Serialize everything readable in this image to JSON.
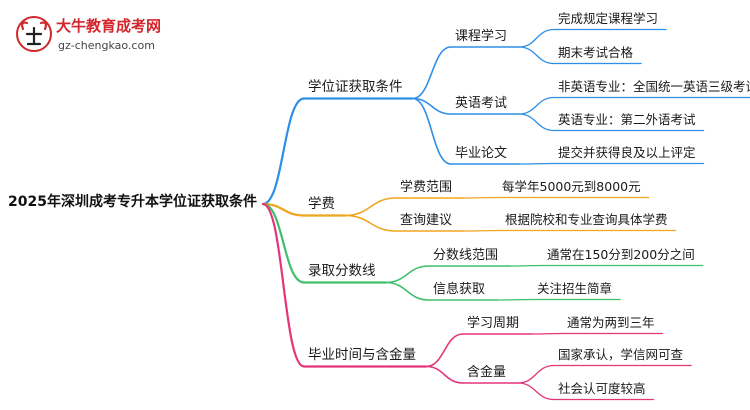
{
  "logo": {
    "title": "大牛教育成考网",
    "url": "gz-chengkao.com"
  },
  "root": "2025年深圳成考专升本学位证获取条件",
  "branches": [
    {
      "label": "学位证获取条件",
      "color": "#2f8fe6",
      "children": [
        {
          "label": "课程学习",
          "leaves": [
            "完成规定课程学习",
            "期末考试合格"
          ]
        },
        {
          "label": "英语考试",
          "leaves": [
            "非英语专业：全国统一英语三级考试",
            "英语专业：第二外语考试"
          ]
        },
        {
          "label": "毕业论文",
          "leaves": [
            "提交并获得良及以上评定"
          ]
        }
      ]
    },
    {
      "label": "学费",
      "color": "#f0a51c",
      "children": [
        {
          "label": "学费范围",
          "leaves": [
            "每学年5000元到8000元"
          ]
        },
        {
          "label": "查询建议",
          "leaves": [
            "根据院校和专业查询具体学费"
          ]
        }
      ]
    },
    {
      "label": "录取分数线",
      "color": "#3fbf6a",
      "children": [
        {
          "label": "分数线范围",
          "leaves": [
            "通常在150分到200分之间"
          ]
        },
        {
          "label": "信息获取",
          "leaves": [
            "关注招生简章"
          ]
        }
      ]
    },
    {
      "label": "毕业时间与含金量",
      "color": "#e5357a",
      "children": [
        {
          "label": "学习周期",
          "leaves": [
            "通常为两到三年"
          ]
        },
        {
          "label": "含金量",
          "leaves": [
            "国家承认，学信网可查",
            "社会认可度较高"
          ]
        }
      ]
    }
  ]
}
